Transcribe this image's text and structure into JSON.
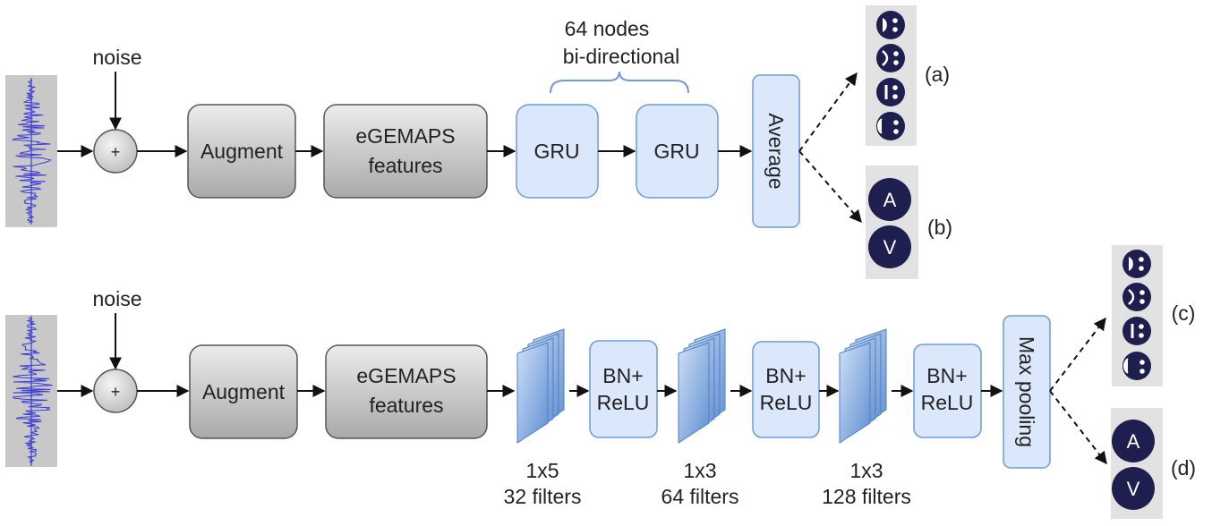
{
  "pipeline_a": {
    "noise": "noise",
    "plus": "+",
    "augment": "Augment",
    "features_line1": "eGEMAPS",
    "features_line2": "features",
    "gru1": "GRU",
    "gru2": "GRU",
    "brace_line1": "64 nodes",
    "brace_line2": "bi-directional",
    "average": "Average",
    "out_a": "(a)",
    "out_b": "(b)",
    "dim_a": "A",
    "dim_v": "V"
  },
  "pipeline_b": {
    "noise": "noise",
    "plus": "+",
    "augment": "Augment",
    "features_line1": "eGEMAPS",
    "features_line2": "features",
    "conv1_line1": "1x5",
    "conv1_line2": "32 filters",
    "conv2_line1": "1x3",
    "conv2_line2": "64 filters",
    "conv3_line1": "1x3",
    "conv3_line2": "128 filters",
    "bn_line1": "BN+",
    "bn_line2": "ReLU",
    "maxpool": "Max pooling",
    "out_c": "(c)",
    "out_d": "(d)",
    "dim_a": "A",
    "dim_v": "V"
  },
  "icons": [
    "happy-face-icon",
    "sad-face-icon",
    "neutral-face-icon",
    "angry-face-icon",
    "waveform-icon"
  ],
  "colors": {
    "block_blue": "#dbe8fb",
    "block_blue_stroke": "#6f9ad4",
    "icon_navy": "#1f1f4f",
    "wave_blue": "#3b3bd6",
    "panel_gray": "#e2e2e2"
  }
}
